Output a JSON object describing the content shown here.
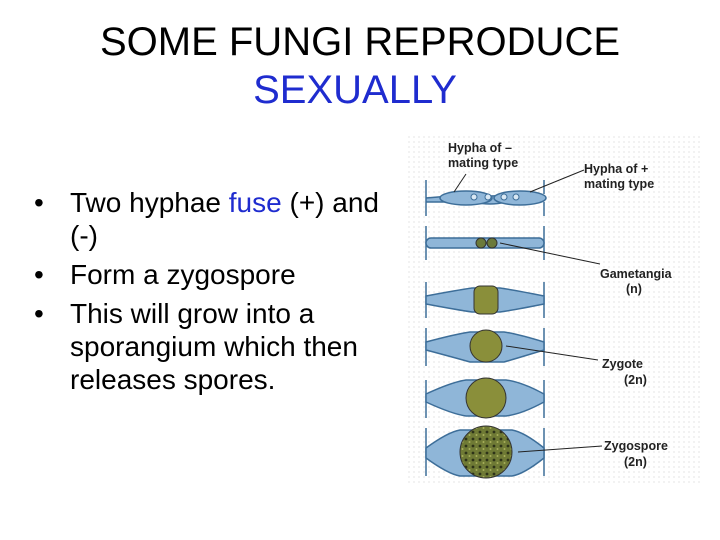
{
  "slide": {
    "title_line1": "SOME FUNGI REPRODUCE",
    "title_line2": "SEXUALLY",
    "accent_color": "#1f2ccf"
  },
  "bullets": [
    {
      "before": "Two hyphae ",
      "highlight": "fuse",
      "after": " (+) and (-)"
    },
    {
      "text": "Form a zygospore"
    },
    {
      "text": "This will grow into a sporangium which then releases spores."
    }
  ],
  "figure": {
    "labels": {
      "hypha_minus_line1": "Hypha of –",
      "hypha_minus_line2": "mating type",
      "hypha_plus_line1": "Hypha of +",
      "hypha_plus_line2": "mating type",
      "gametangia": "Gametangia",
      "gametangia_ploidy": "(n)",
      "zygote": "Zygote",
      "zygote_ploidy": "(2n)",
      "zygospore": "Zygospore",
      "zygospore_ploidy": "(2n)"
    },
    "colors": {
      "hypha_fill": "#8fb6d8",
      "hypha_stroke": "#3d6e99",
      "zygote_fill": "#8a8f3a",
      "zygospore_fill": "#6f7a35"
    }
  }
}
